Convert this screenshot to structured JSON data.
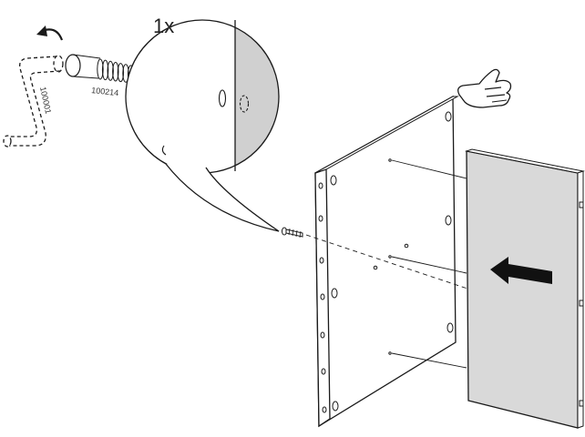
{
  "instruction": {
    "quantity_label": "1x",
    "screw_part_number": "100214",
    "tool_part_number": "100001"
  },
  "colors": {
    "line": "#1a1a1a",
    "panel_fill": "#ffffff",
    "back_panel_fill": "#d9d9d9",
    "magnifier_shade": "#d0d0d0",
    "arrow_fill": "#111111"
  },
  "icons": {
    "rotation": "rotate-ccw-arrow-icon",
    "hand": "pointing-hand-icon",
    "direction": "left-arrow-icon"
  }
}
